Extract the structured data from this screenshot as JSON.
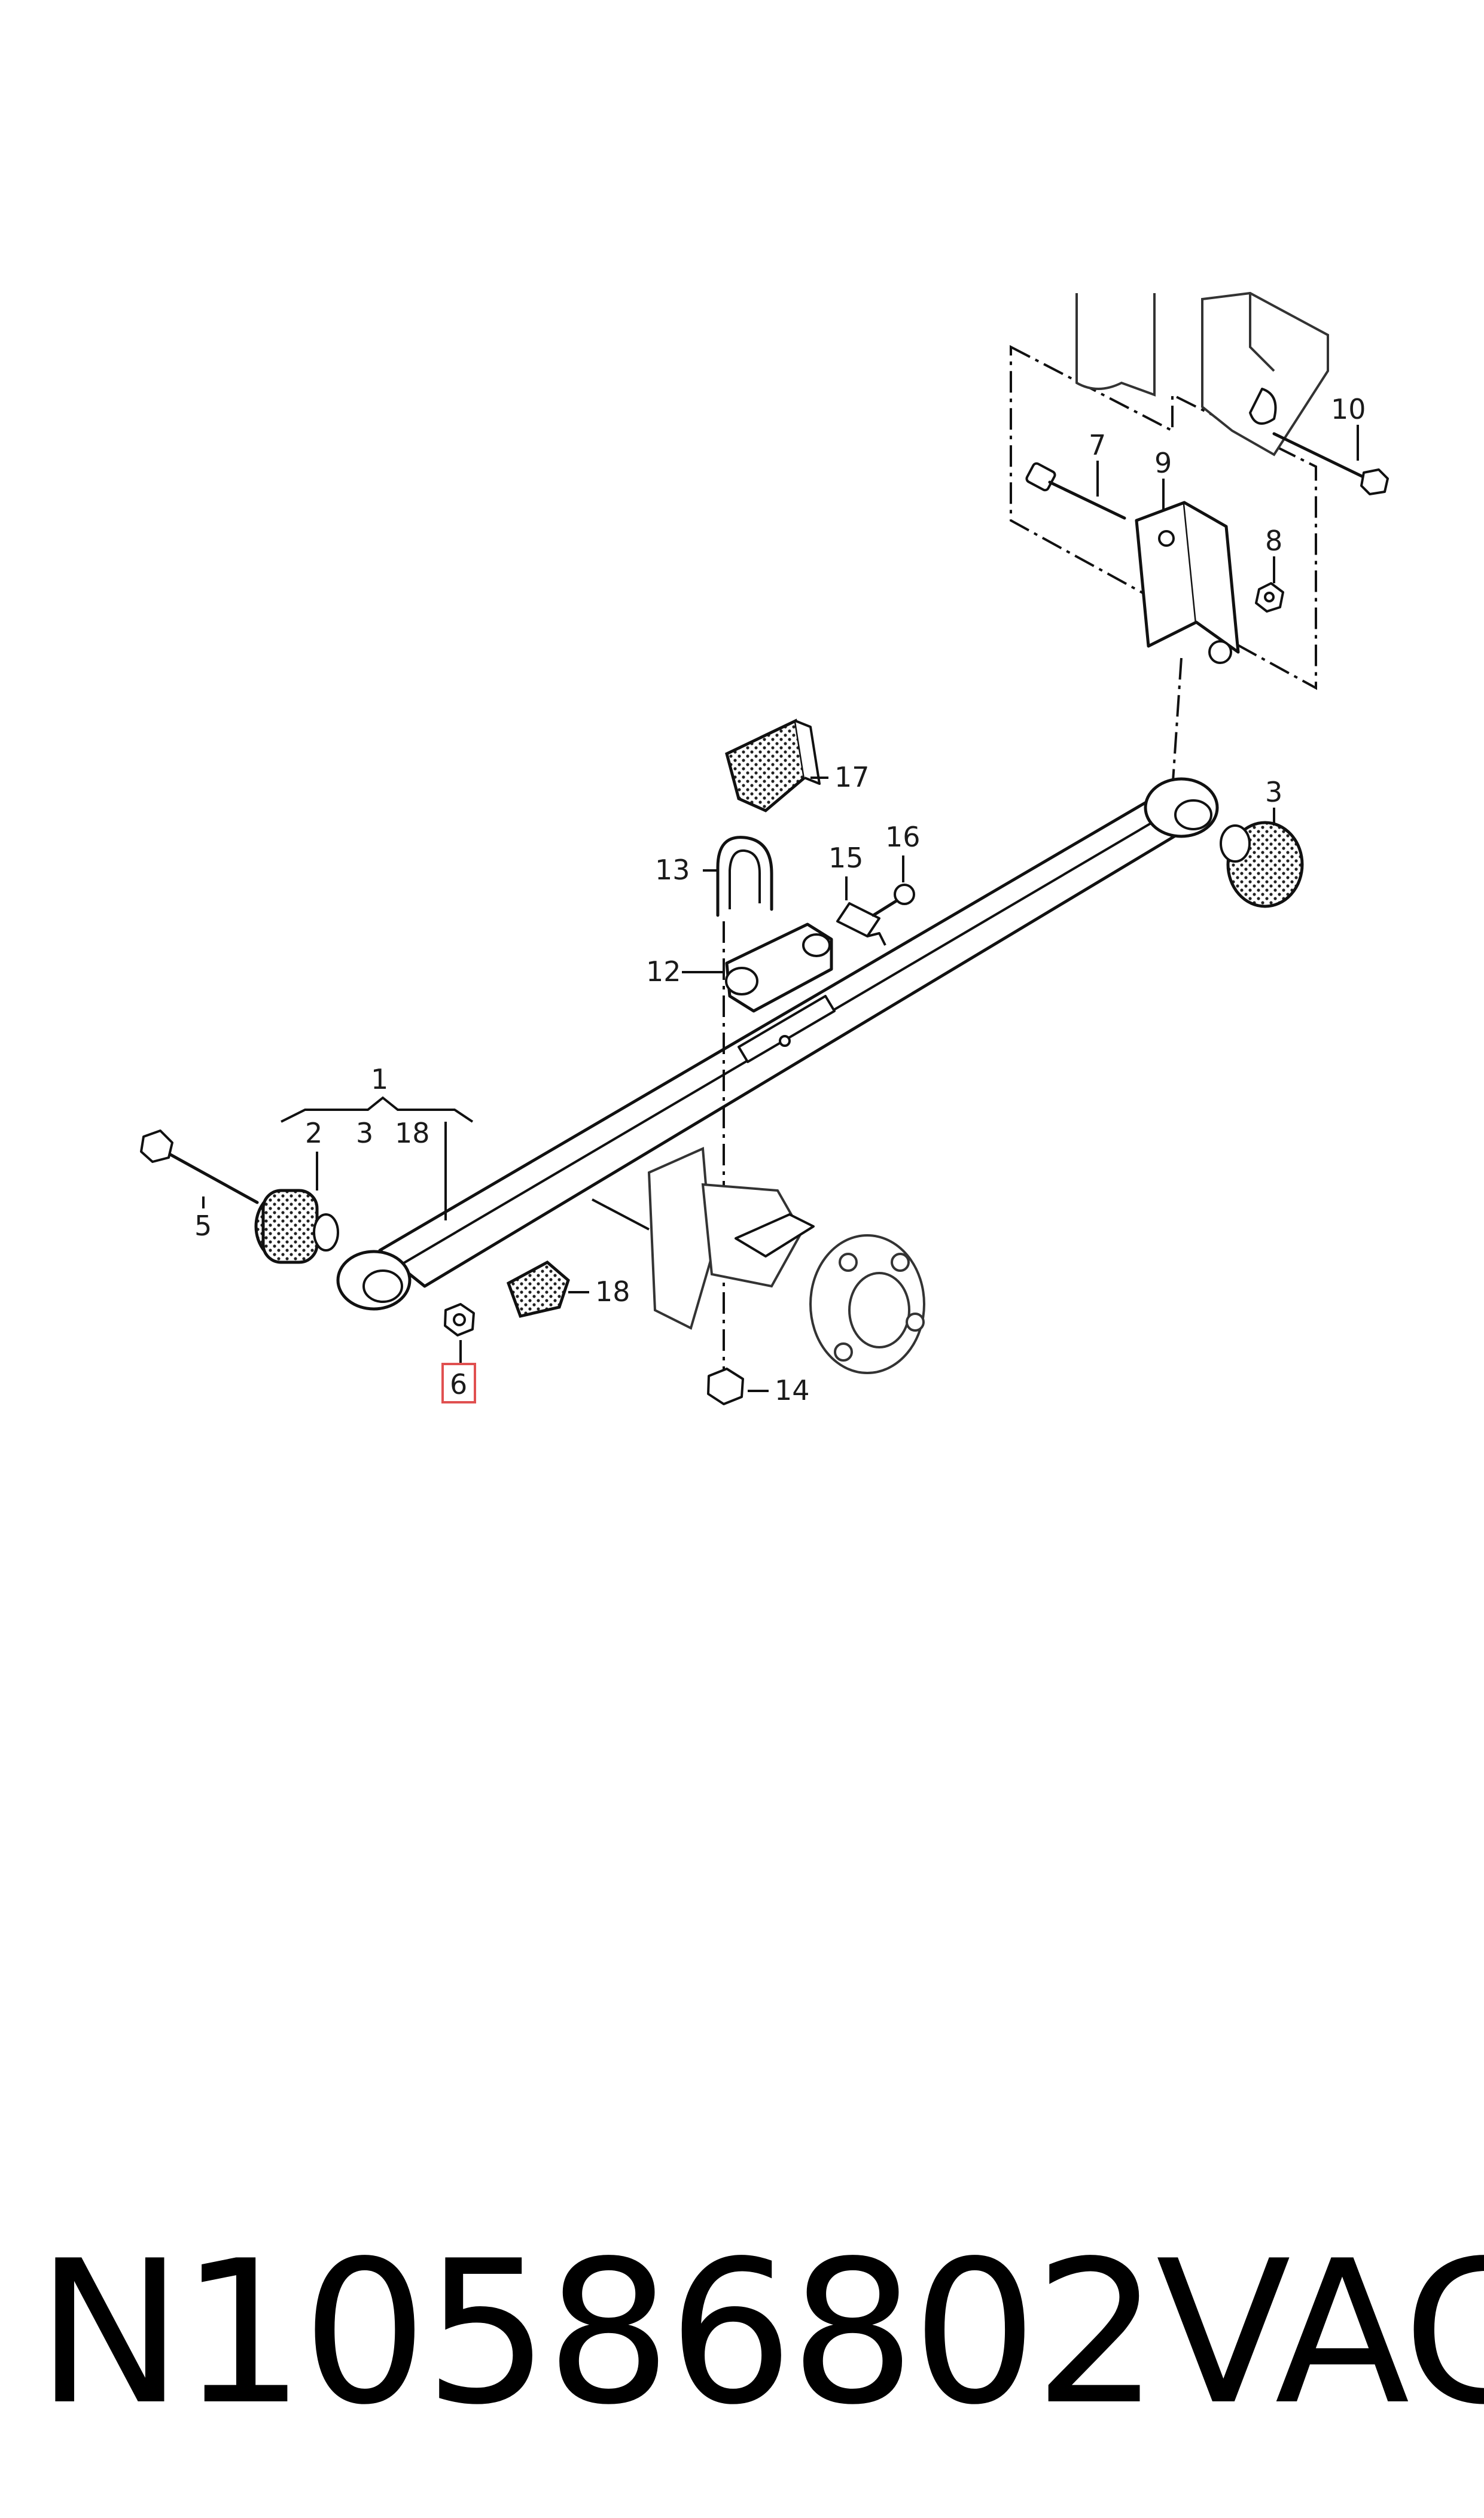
{
  "diagram": {
    "callouts": [
      "1",
      "2",
      "3",
      "18",
      "5",
      "6",
      "3",
      "7",
      "8",
      "9",
      "10",
      "12",
      "13",
      "14",
      "15",
      "16",
      "17",
      "18"
    ],
    "highlight_color": "#e05050"
  },
  "footer": {
    "part_number": "N10586802",
    "brand": "VAG"
  }
}
